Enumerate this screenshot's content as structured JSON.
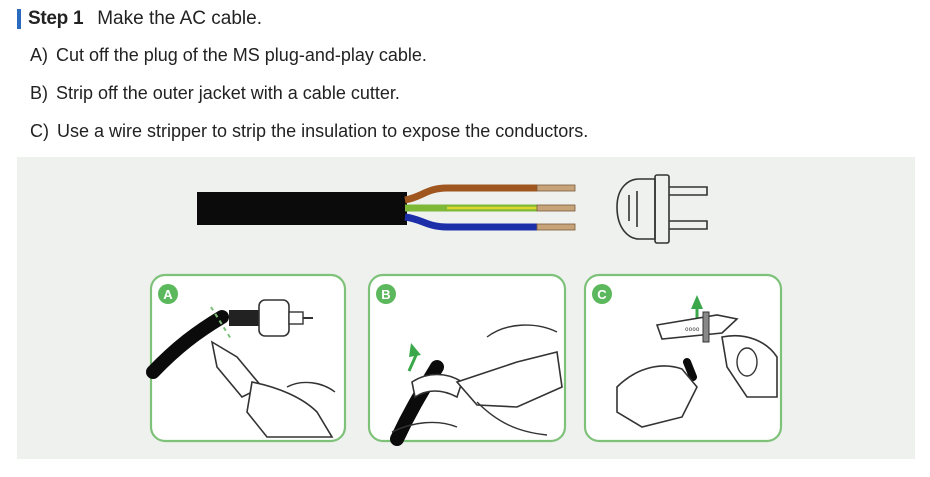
{
  "step": {
    "label": "Step 1",
    "title": "Make the AC cable.",
    "accent_color": "#2a6bbf"
  },
  "instructions": [
    {
      "letter": "A)",
      "text": "Cut off the plug of the MS plug-and-play cable."
    },
    {
      "letter": "B)",
      "text": "Strip off the outer jacket with a cable cutter."
    },
    {
      "letter": "C)",
      "text": "Use a wire stripper to strip the insulation to expose the conductors."
    }
  ],
  "panels": [
    {
      "badge": "A"
    },
    {
      "badge": "B"
    },
    {
      "badge": "C"
    }
  ],
  "colors": {
    "panel_border": "#7ec27a",
    "badge": "#5cb85c",
    "wire_brown": "#a0561f",
    "wire_green": "#7db837",
    "wire_yellow": "#e0d52a",
    "wire_blue": "#1d2fa8",
    "arrow_green": "#3aa84a"
  }
}
